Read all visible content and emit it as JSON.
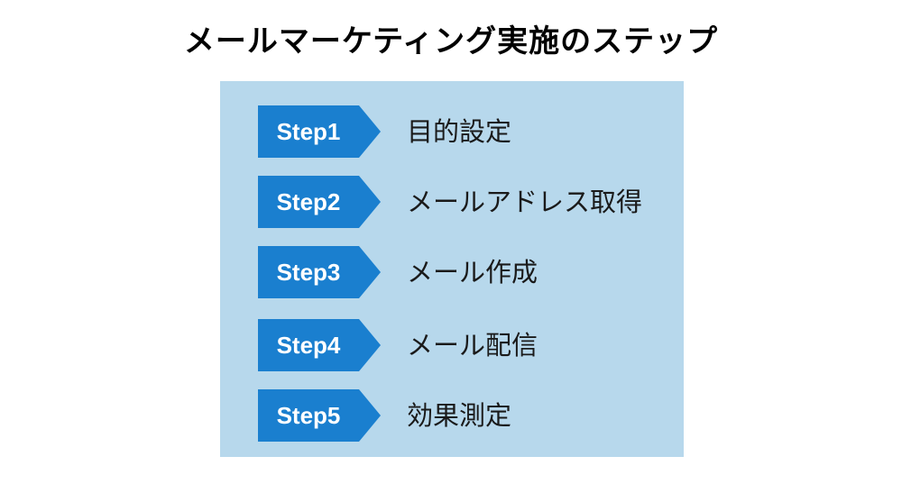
{
  "title": "メールマーケティング実施のステップ",
  "colors": {
    "panel_background": "#b7d8ec",
    "badge": "#1a7fcf",
    "badge_text": "#ffffff"
  },
  "steps": [
    {
      "badge": "Step1",
      "label": "目的設定"
    },
    {
      "badge": "Step2",
      "label": "メールアドレス取得"
    },
    {
      "badge": "Step3",
      "label": "メール作成"
    },
    {
      "badge": "Step4",
      "label": "メール配信"
    },
    {
      "badge": "Step5",
      "label": "効果測定"
    }
  ]
}
